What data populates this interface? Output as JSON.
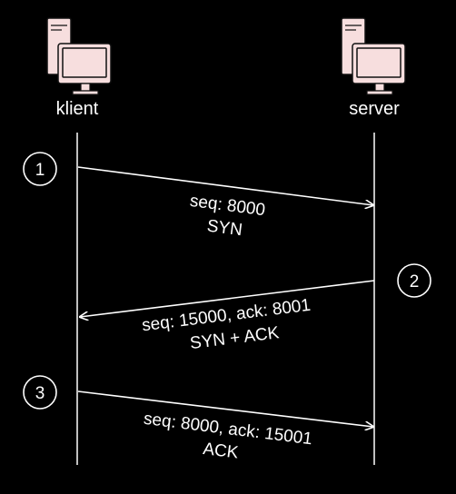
{
  "background_color": "#000000",
  "line_color": "#ffffff",
  "icon_colors": {
    "tower_fill": "#f7dede",
    "monitor_fill": "#f7dede",
    "stroke": "#111111"
  },
  "participants": {
    "client": {
      "label": "klient",
      "icon": "computer-icon"
    },
    "server": {
      "label": "server",
      "icon": "computer-icon"
    }
  },
  "steps": [
    {
      "number": "1",
      "from": "client",
      "to": "server",
      "text_line1": "seq: 8000",
      "text_line2": "SYN"
    },
    {
      "number": "2",
      "from": "server",
      "to": "client",
      "text_line1": "seq: 15000, ack: 8001",
      "text_line2": "SYN + ACK"
    },
    {
      "number": "3",
      "from": "client",
      "to": "server",
      "text_line1": "seq: 8000, ack: 15001",
      "text_line2": "ACK"
    }
  ]
}
